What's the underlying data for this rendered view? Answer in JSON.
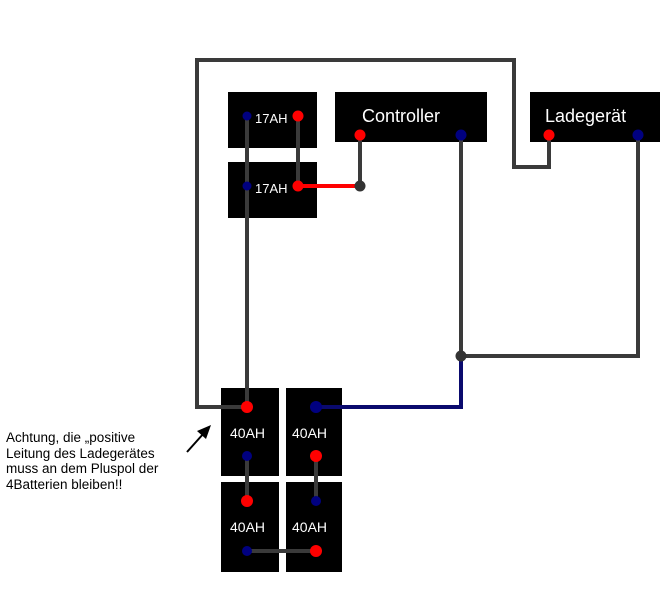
{
  "colors": {
    "background": "#ffffff",
    "box": "#000000",
    "label": "#ffffff",
    "wire_gray": "#3a3a3a",
    "wire_red": "#ff0000",
    "wire_blue": "#0a0a6e",
    "terminal_positive": "#ff0000",
    "terminal_negative": "#000080",
    "junction": "#333333"
  },
  "components": {
    "battery_17ah_top": "17AH",
    "battery_17ah_bottom": "17AH",
    "controller": "Controller",
    "charger": "Ladegerät",
    "battery_40ah_top_left": "40AH",
    "battery_40ah_top_right": "40AH",
    "battery_40ah_bottom_left": "40AH",
    "battery_40ah_bottom_right": "40AH"
  },
  "note": {
    "lines": [
      "Achtung, die „positive",
      "Leitung des Ladegerätes",
      "muss an dem Pluspol der",
      "4Batterien bleiben!!"
    ]
  }
}
